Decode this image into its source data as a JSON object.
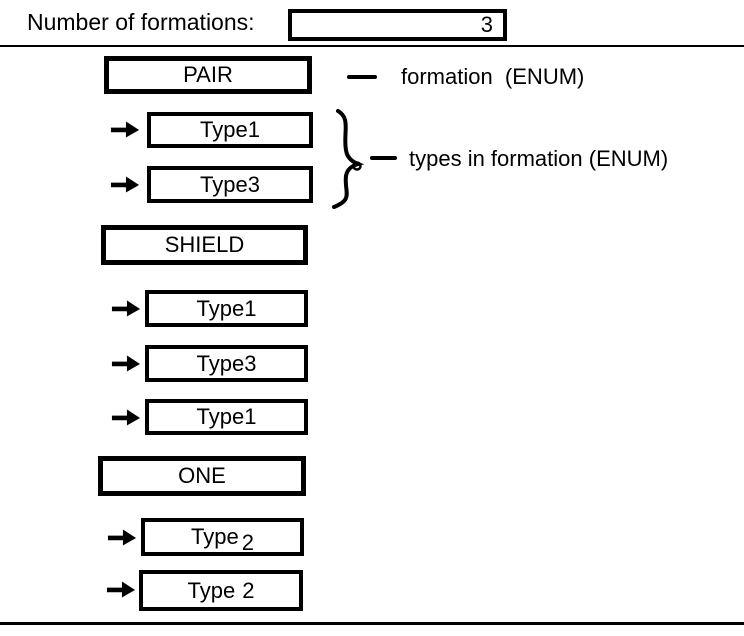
{
  "header": {
    "label": "Number of formations:",
    "value": "3"
  },
  "annotations": {
    "formation_label": "formation  (ENUM)",
    "types_label": "types in formation (ENUM)"
  },
  "sections": [
    {
      "formation": "PAIR",
      "types": [
        {
          "label": "Type1"
        },
        {
          "label": "Type3"
        }
      ]
    },
    {
      "formation": "SHIELD",
      "types": [
        {
          "label": "Type1"
        },
        {
          "label": "Type3"
        },
        {
          "label": "Type1"
        }
      ]
    },
    {
      "formation": "ONE",
      "types": [
        {
          "label": "Type",
          "suffix": "2"
        },
        {
          "label": "Type",
          "suffix": "2"
        }
      ]
    }
  ],
  "colors": {
    "ink": "#000000",
    "background": "#ffffff"
  }
}
